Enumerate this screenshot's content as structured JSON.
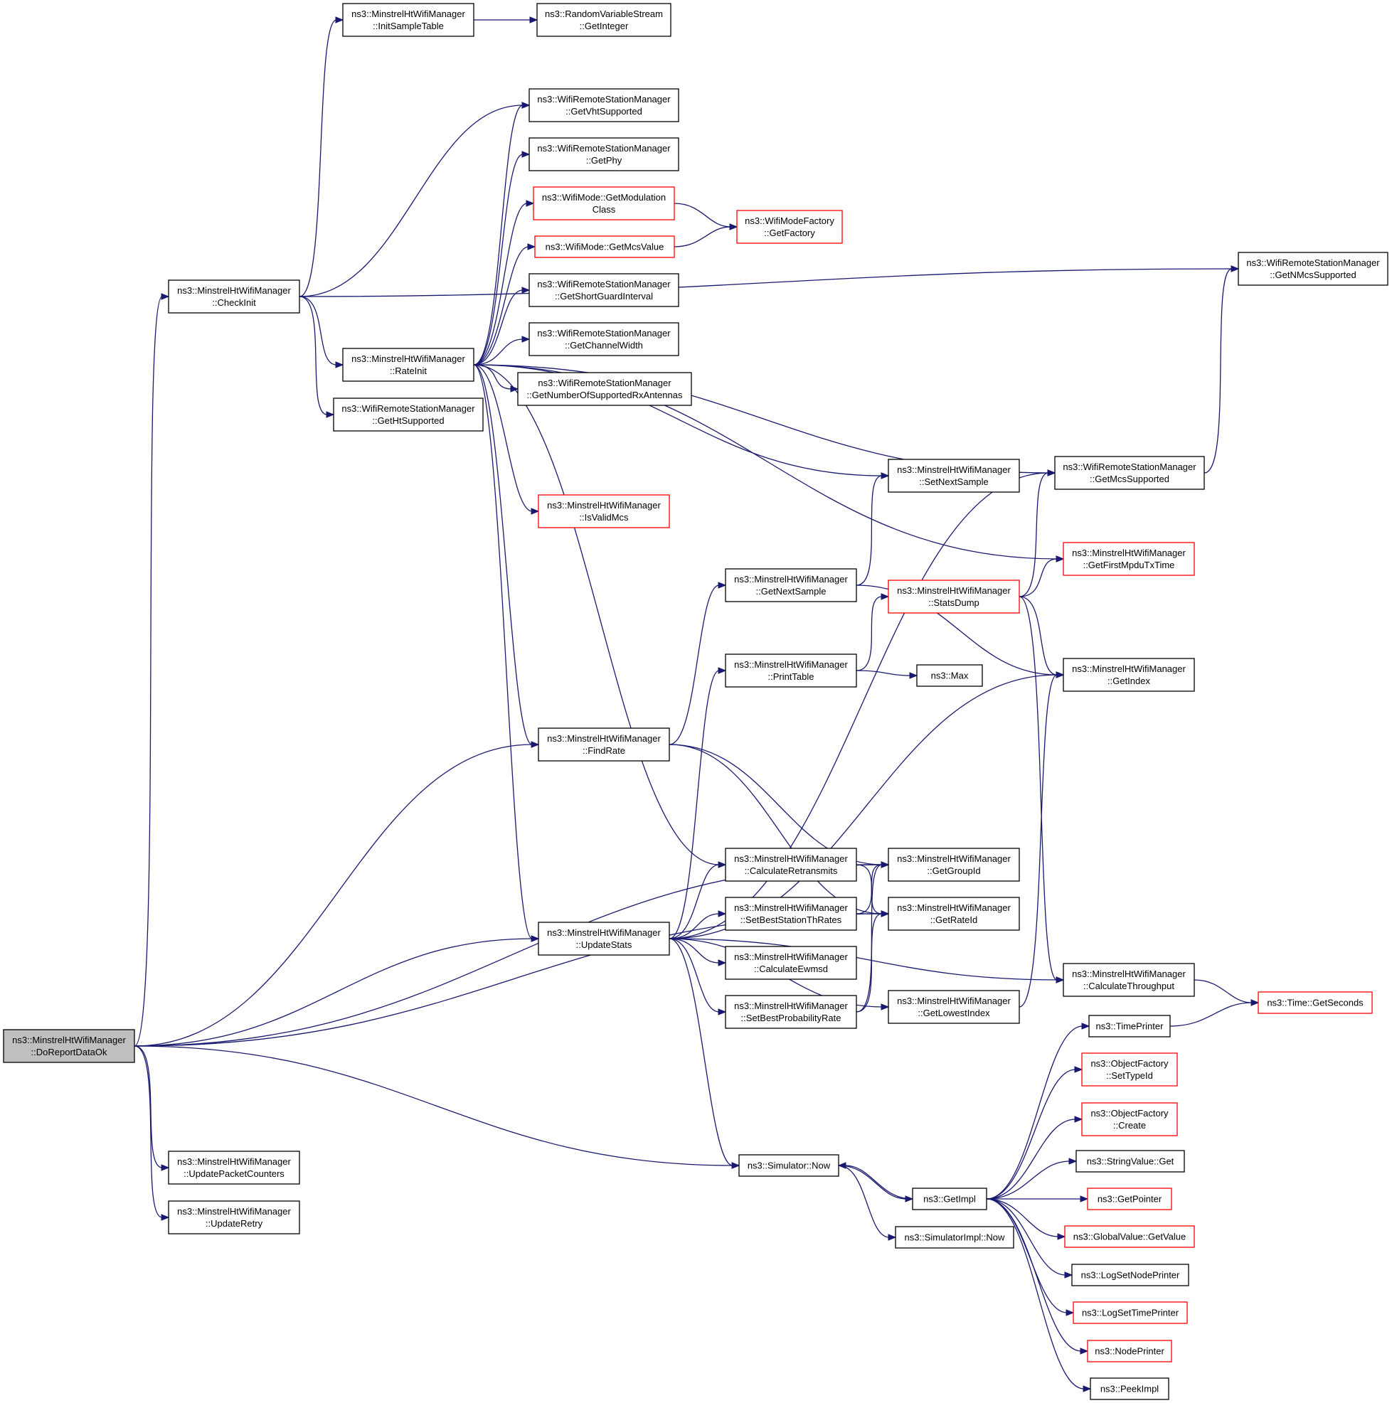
{
  "graph": {
    "colors": {
      "edge": "#191970",
      "node_border": "#000000",
      "truncated_border": "#ff0000",
      "root_fill": "#bfbfbf"
    },
    "nodes": [
      {
        "id": "doreport",
        "lines": [
          "ns3::MinstrelHtWifiManager",
          "::DoReportDataOk"
        ],
        "style": "root"
      },
      {
        "id": "checkinit",
        "lines": [
          "ns3::MinstrelHtWifiManager",
          "::CheckInit"
        ],
        "style": "normal"
      },
      {
        "id": "initsample",
        "lines": [
          "ns3::MinstrelHtWifiManager",
          "::InitSampleTable"
        ],
        "style": "normal"
      },
      {
        "id": "rvsgetint",
        "lines": [
          "ns3::RandomVariableStream",
          "::GetInteger"
        ],
        "style": "normal"
      },
      {
        "id": "getvht",
        "lines": [
          "ns3::WifiRemoteStationManager",
          "::GetVhtSupported"
        ],
        "style": "normal"
      },
      {
        "id": "getphy",
        "lines": [
          "ns3::WifiRemoteStationManager",
          "::GetPhy"
        ],
        "style": "normal"
      },
      {
        "id": "getmodclass",
        "lines": [
          "ns3::WifiMode::GetModulation",
          "Class"
        ],
        "style": "truncated"
      },
      {
        "id": "getfactory",
        "lines": [
          "ns3::WifiModeFactory",
          "::GetFactory"
        ],
        "style": "truncated"
      },
      {
        "id": "getmcsvalue",
        "lines": [
          "ns3::WifiMode::GetMcsValue"
        ],
        "style": "truncated"
      },
      {
        "id": "getsgi",
        "lines": [
          "ns3::WifiRemoteStationManager",
          "::GetShortGuardInterval"
        ],
        "style": "normal"
      },
      {
        "id": "getchw",
        "lines": [
          "ns3::WifiRemoteStationManager",
          "::GetChannelWidth"
        ],
        "style": "normal"
      },
      {
        "id": "getnsrx",
        "lines": [
          "ns3::WifiRemoteStationManager",
          "::GetNumberOfSupportedRxAntennas"
        ],
        "style": "normal"
      },
      {
        "id": "rateinit",
        "lines": [
          "ns3::MinstrelHtWifiManager",
          "::RateInit"
        ],
        "style": "normal"
      },
      {
        "id": "getht",
        "lines": [
          "ns3::WifiRemoteStationManager",
          "::GetHtSupported"
        ],
        "style": "normal"
      },
      {
        "id": "getnmcs",
        "lines": [
          "ns3::WifiRemoteStationManager",
          "::GetNMcsSupported"
        ],
        "style": "normal"
      },
      {
        "id": "getmcssup",
        "lines": [
          "ns3::WifiRemoteStationManager",
          "::GetMcsSupported"
        ],
        "style": "normal"
      },
      {
        "id": "setnextsample",
        "lines": [
          "ns3::MinstrelHtWifiManager",
          "::SetNextSample"
        ],
        "style": "normal"
      },
      {
        "id": "isvalidmcs",
        "lines": [
          "ns3::MinstrelHtWifiManager",
          "::IsValidMcs"
        ],
        "style": "truncated"
      },
      {
        "id": "getfirstmpdu",
        "lines": [
          "ns3::MinstrelHtWifiManager",
          "::GetFirstMpduTxTime"
        ],
        "style": "truncated"
      },
      {
        "id": "getnextsample",
        "lines": [
          "ns3::MinstrelHtWifiManager",
          "::GetNextSample"
        ],
        "style": "normal"
      },
      {
        "id": "statsdump",
        "lines": [
          "ns3::MinstrelHtWifiManager",
          "::StatsDump"
        ],
        "style": "truncated"
      },
      {
        "id": "printtable",
        "lines": [
          "ns3::MinstrelHtWifiManager",
          "::PrintTable"
        ],
        "style": "normal"
      },
      {
        "id": "max",
        "lines": [
          "ns3::Max"
        ],
        "style": "normal"
      },
      {
        "id": "getindex",
        "lines": [
          "ns3::MinstrelHtWifiManager",
          "::GetIndex"
        ],
        "style": "normal"
      },
      {
        "id": "findrate",
        "lines": [
          "ns3::MinstrelHtWifiManager",
          "::FindRate"
        ],
        "style": "normal"
      },
      {
        "id": "calcretrans",
        "lines": [
          "ns3::MinstrelHtWifiManager",
          "::CalculateRetransmits"
        ],
        "style": "normal"
      },
      {
        "id": "getgroupid",
        "lines": [
          "ns3::MinstrelHtWifiManager",
          "::GetGroupId"
        ],
        "style": "normal"
      },
      {
        "id": "setbestth",
        "lines": [
          "ns3::MinstrelHtWifiManager",
          "::SetBestStationThRates"
        ],
        "style": "normal"
      },
      {
        "id": "getrateid",
        "lines": [
          "ns3::MinstrelHtWifiManager",
          "::GetRateId"
        ],
        "style": "normal"
      },
      {
        "id": "updatestats",
        "lines": [
          "ns3::MinstrelHtWifiManager",
          "::UpdateStats"
        ],
        "style": "normal"
      },
      {
        "id": "calcewmsd",
        "lines": [
          "ns3::MinstrelHtWifiManager",
          "::CalculateEwmsd"
        ],
        "style": "normal"
      },
      {
        "id": "setbestprob",
        "lines": [
          "ns3::MinstrelHtWifiManager",
          "::SetBestProbabilityRate"
        ],
        "style": "normal"
      },
      {
        "id": "getlowest",
        "lines": [
          "ns3::MinstrelHtWifiManager",
          "::GetLowestIndex"
        ],
        "style": "normal"
      },
      {
        "id": "calcthroughput",
        "lines": [
          "ns3::MinstrelHtWifiManager",
          "::CalculateThroughput"
        ],
        "style": "normal"
      },
      {
        "id": "getseconds",
        "lines": [
          "ns3::Time::GetSeconds"
        ],
        "style": "truncated"
      },
      {
        "id": "timeprinter",
        "lines": [
          "ns3::TimePrinter"
        ],
        "style": "normal"
      },
      {
        "id": "ofsettypeid",
        "lines": [
          "ns3::ObjectFactory",
          "::SetTypeId"
        ],
        "style": "truncated"
      },
      {
        "id": "ofcreate",
        "lines": [
          "ns3::ObjectFactory",
          "::Create"
        ],
        "style": "truncated"
      },
      {
        "id": "stringget",
        "lines": [
          "ns3::StringValue::Get"
        ],
        "style": "normal"
      },
      {
        "id": "simnow",
        "lines": [
          "ns3::Simulator::Now"
        ],
        "style": "normal"
      },
      {
        "id": "getimpl",
        "lines": [
          "ns3::GetImpl"
        ],
        "style": "normal"
      },
      {
        "id": "getpointer",
        "lines": [
          "ns3::GetPointer"
        ],
        "style": "truncated"
      },
      {
        "id": "simimplnow",
        "lines": [
          "ns3::SimulatorImpl::Now"
        ],
        "style": "normal"
      },
      {
        "id": "gvgetvalue",
        "lines": [
          "ns3::GlobalValue::GetValue"
        ],
        "style": "truncated"
      },
      {
        "id": "lognodeprinter",
        "lines": [
          "ns3::LogSetNodePrinter"
        ],
        "style": "normal"
      },
      {
        "id": "logtimeprinter",
        "lines": [
          "ns3::LogSetTimePrinter"
        ],
        "style": "truncated"
      },
      {
        "id": "nodeprinter",
        "lines": [
          "ns3::NodePrinter"
        ],
        "style": "truncated"
      },
      {
        "id": "peekimpl",
        "lines": [
          "ns3::PeekImpl"
        ],
        "style": "normal"
      },
      {
        "id": "updatepkt",
        "lines": [
          "ns3::MinstrelHtWifiManager",
          "::UpdatePacketCounters"
        ],
        "style": "normal"
      },
      {
        "id": "updateretry",
        "lines": [
          "ns3::MinstrelHtWifiManager",
          "::UpdateRetry"
        ],
        "style": "normal"
      }
    ],
    "edges": [
      [
        "doreport",
        "checkinit"
      ],
      [
        "doreport",
        "findrate"
      ],
      [
        "doreport",
        "getgroupid"
      ],
      [
        "doreport",
        "updatestats"
      ],
      [
        "doreport",
        "getrateid"
      ],
      [
        "doreport",
        "simnow"
      ],
      [
        "doreport",
        "updatepkt"
      ],
      [
        "doreport",
        "updateretry"
      ],
      [
        "checkinit",
        "initsample"
      ],
      [
        "checkinit",
        "getnmcs"
      ],
      [
        "checkinit",
        "getvht"
      ],
      [
        "checkinit",
        "rateinit"
      ],
      [
        "checkinit",
        "getht"
      ],
      [
        "initsample",
        "rvsgetint"
      ],
      [
        "rateinit",
        "getvht"
      ],
      [
        "rateinit",
        "getphy"
      ],
      [
        "rateinit",
        "getmodclass"
      ],
      [
        "rateinit",
        "getmcsvalue"
      ],
      [
        "rateinit",
        "getsgi"
      ],
      [
        "rateinit",
        "getchw"
      ],
      [
        "rateinit",
        "getnsrx"
      ],
      [
        "rateinit",
        "getmcssup"
      ],
      [
        "rateinit",
        "setnextsample"
      ],
      [
        "rateinit",
        "isvalidmcs"
      ],
      [
        "rateinit",
        "getfirstmpdu"
      ],
      [
        "rateinit",
        "findrate"
      ],
      [
        "rateinit",
        "calcretrans"
      ],
      [
        "rateinit",
        "updatestats"
      ],
      [
        "getmodclass",
        "getfactory"
      ],
      [
        "getmcsvalue",
        "getfactory"
      ],
      [
        "getmcssup",
        "getnmcs"
      ],
      [
        "getnextsample",
        "setnextsample"
      ],
      [
        "getnextsample",
        "getindex"
      ],
      [
        "statsdump",
        "getmcssup"
      ],
      [
        "statsdump",
        "getfirstmpdu"
      ],
      [
        "statsdump",
        "getindex"
      ],
      [
        "statsdump",
        "calcthroughput"
      ],
      [
        "printtable",
        "statsdump"
      ],
      [
        "printtable",
        "max"
      ],
      [
        "findrate",
        "getnextsample"
      ],
      [
        "findrate",
        "getgroupid"
      ],
      [
        "findrate",
        "getrateid"
      ],
      [
        "updatestats",
        "getmcssup"
      ],
      [
        "updatestats",
        "printtable"
      ],
      [
        "updatestats",
        "getindex"
      ],
      [
        "updatestats",
        "calcretrans"
      ],
      [
        "updatestats",
        "setbestth"
      ],
      [
        "updatestats",
        "calcewmsd"
      ],
      [
        "updatestats",
        "setbestprob"
      ],
      [
        "updatestats",
        "getlowest"
      ],
      [
        "updatestats",
        "calcthroughput"
      ],
      [
        "updatestats",
        "simnow"
      ],
      [
        "calcretrans",
        "getgroupid"
      ],
      [
        "calcretrans",
        "getrateid"
      ],
      [
        "setbestth",
        "getgroupid"
      ],
      [
        "setbestth",
        "getrateid"
      ],
      [
        "setbestprob",
        "getgroupid"
      ],
      [
        "setbestprob",
        "getrateid"
      ],
      [
        "getlowest",
        "getindex"
      ],
      [
        "calcthroughput",
        "getseconds"
      ],
      [
        "timeprinter",
        "getseconds"
      ],
      [
        "simnow",
        "getimpl"
      ],
      [
        "simnow",
        "simimplnow"
      ],
      [
        "getimpl",
        "simnow"
      ],
      [
        "getimpl",
        "timeprinter"
      ],
      [
        "getimpl",
        "ofsettypeid"
      ],
      [
        "getimpl",
        "ofcreate"
      ],
      [
        "getimpl",
        "stringget"
      ],
      [
        "getimpl",
        "getpointer"
      ],
      [
        "getimpl",
        "gvgetvalue"
      ],
      [
        "getimpl",
        "lognodeprinter"
      ],
      [
        "getimpl",
        "logtimeprinter"
      ],
      [
        "getimpl",
        "nodeprinter"
      ],
      [
        "getimpl",
        "peekimpl"
      ]
    ]
  }
}
